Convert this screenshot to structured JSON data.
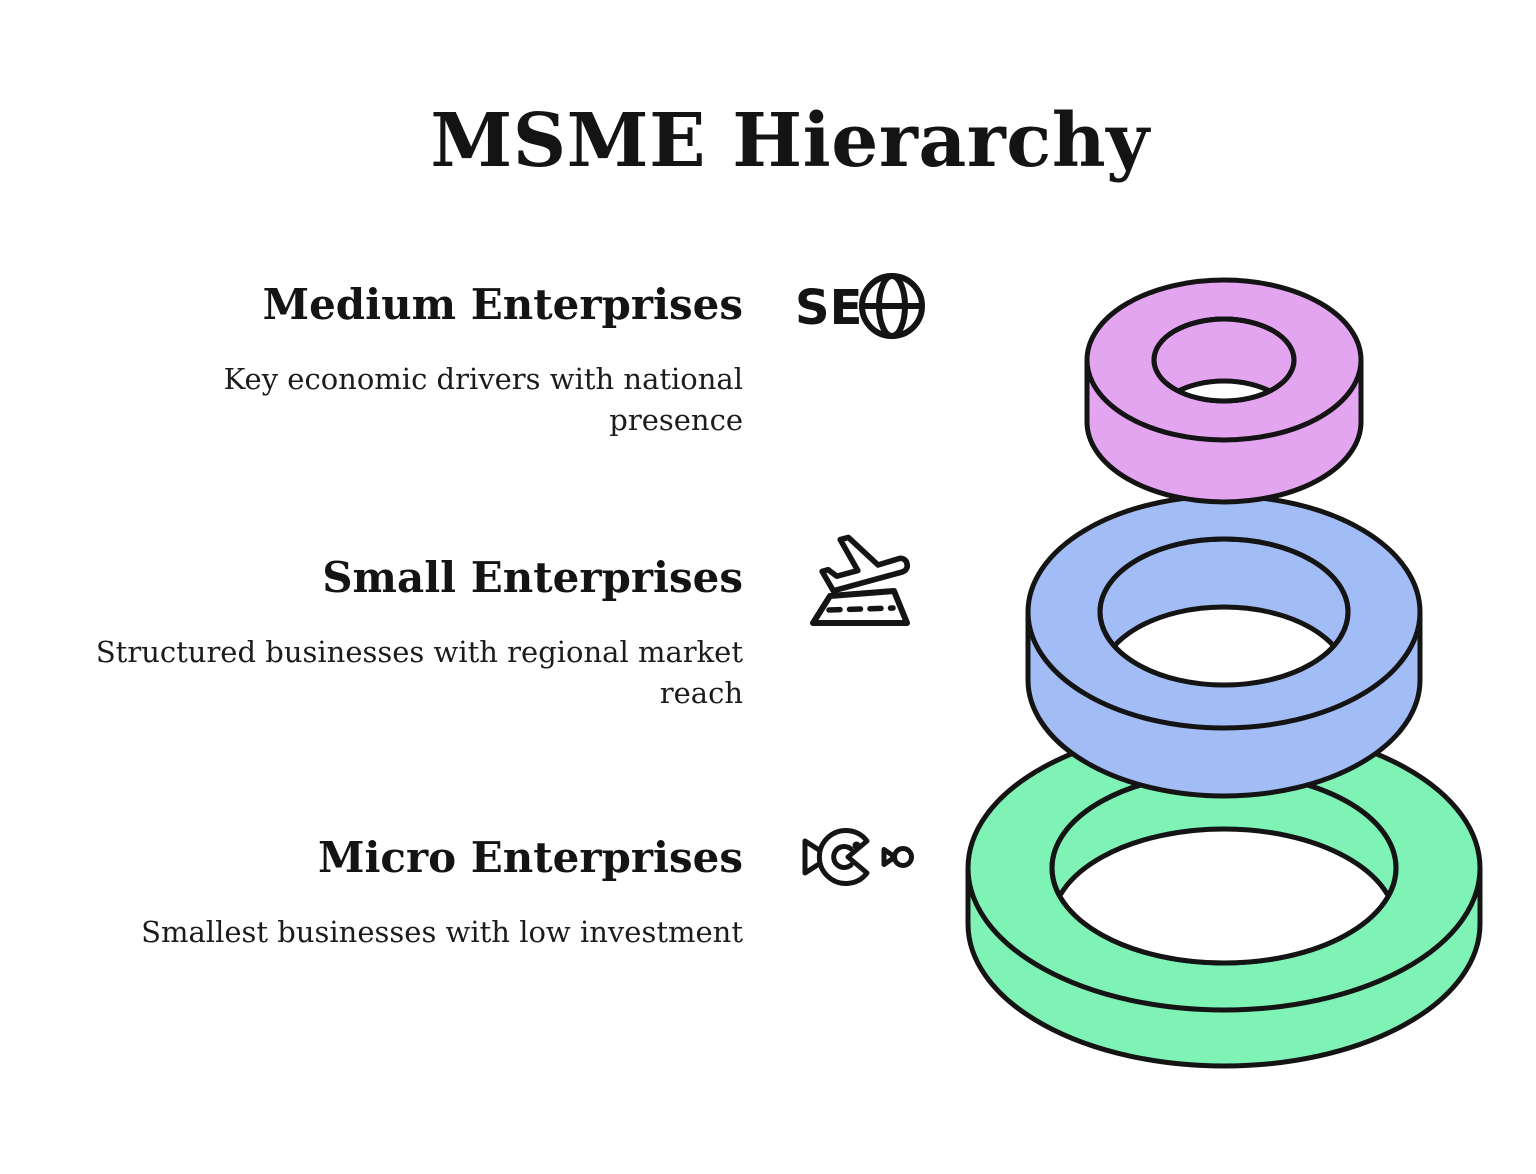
{
  "title": "MSME Hierarchy",
  "sections": [
    {
      "heading": "Medium Enterprises",
      "description_lines": [
        "Key economic drivers with national",
        "presence"
      ],
      "icon": "seo-globe",
      "icon_text": "SE"
    },
    {
      "heading": "Small Enterprises",
      "description_lines": [
        "Structured businesses with regional market",
        "reach"
      ],
      "icon": "plane-takeoff"
    },
    {
      "heading": "Micro Enterprises",
      "description_lines": [
        "Smallest businesses with low investment"
      ],
      "icon": "big-fish-eating-small-fish"
    }
  ],
  "diagram": {
    "type": "stacked-3d-rings-pyramid",
    "outline_color": "#141414",
    "levels": [
      {
        "label": "Medium Enterprises",
        "position": "top",
        "size_rank": 3,
        "color": "#e3a5f0"
      },
      {
        "label": "Small Enterprises",
        "position": "middle",
        "size_rank": 2,
        "color": "#a2bdf5"
      },
      {
        "label": "Micro Enterprises",
        "position": "bottom",
        "size_rank": 1,
        "color": "#7ff2b6"
      }
    ]
  }
}
